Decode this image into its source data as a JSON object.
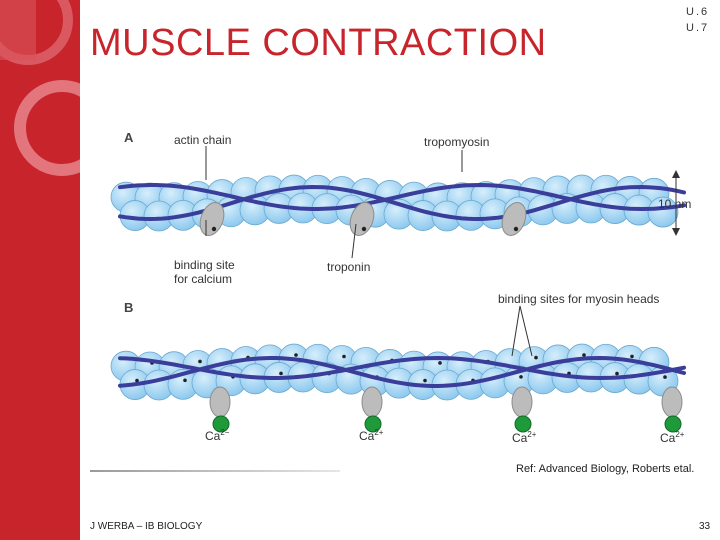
{
  "slide": {
    "title": "MUSCLE CONTRACTION",
    "unit_codes": [
      "U.6",
      "U.7"
    ],
    "accent_color": "#c8242c",
    "reference": "Ref: Advanced Biology, Roberts etal.",
    "footer": "J WERBA – IB BIOLOGY",
    "page_number": "33"
  },
  "figure": {
    "panel_a": {
      "label": "A",
      "actin_label": "actin chain",
      "tropomyosin_label": "tropomyosin",
      "scale_label": "10 nm",
      "binding_site_label": [
        "binding site",
        "for calcium"
      ],
      "troponin_label": "troponin"
    },
    "panel_b": {
      "label": "B",
      "myosin_sites_label": "binding sites for myosin heads",
      "calcium_ion_base": "Ca",
      "calcium_labels": [
        {
          "charge": "2−"
        },
        {
          "charge": "2+"
        },
        {
          "charge": "2+"
        },
        {
          "charge": "2+"
        }
      ]
    },
    "colors": {
      "actin": "#8ec9ef",
      "actin_highlight": "#d6eefb",
      "tropomyosin": "#3a3d9a",
      "troponin": "#bcbcbc",
      "calcium": "#1e9a3a"
    }
  }
}
